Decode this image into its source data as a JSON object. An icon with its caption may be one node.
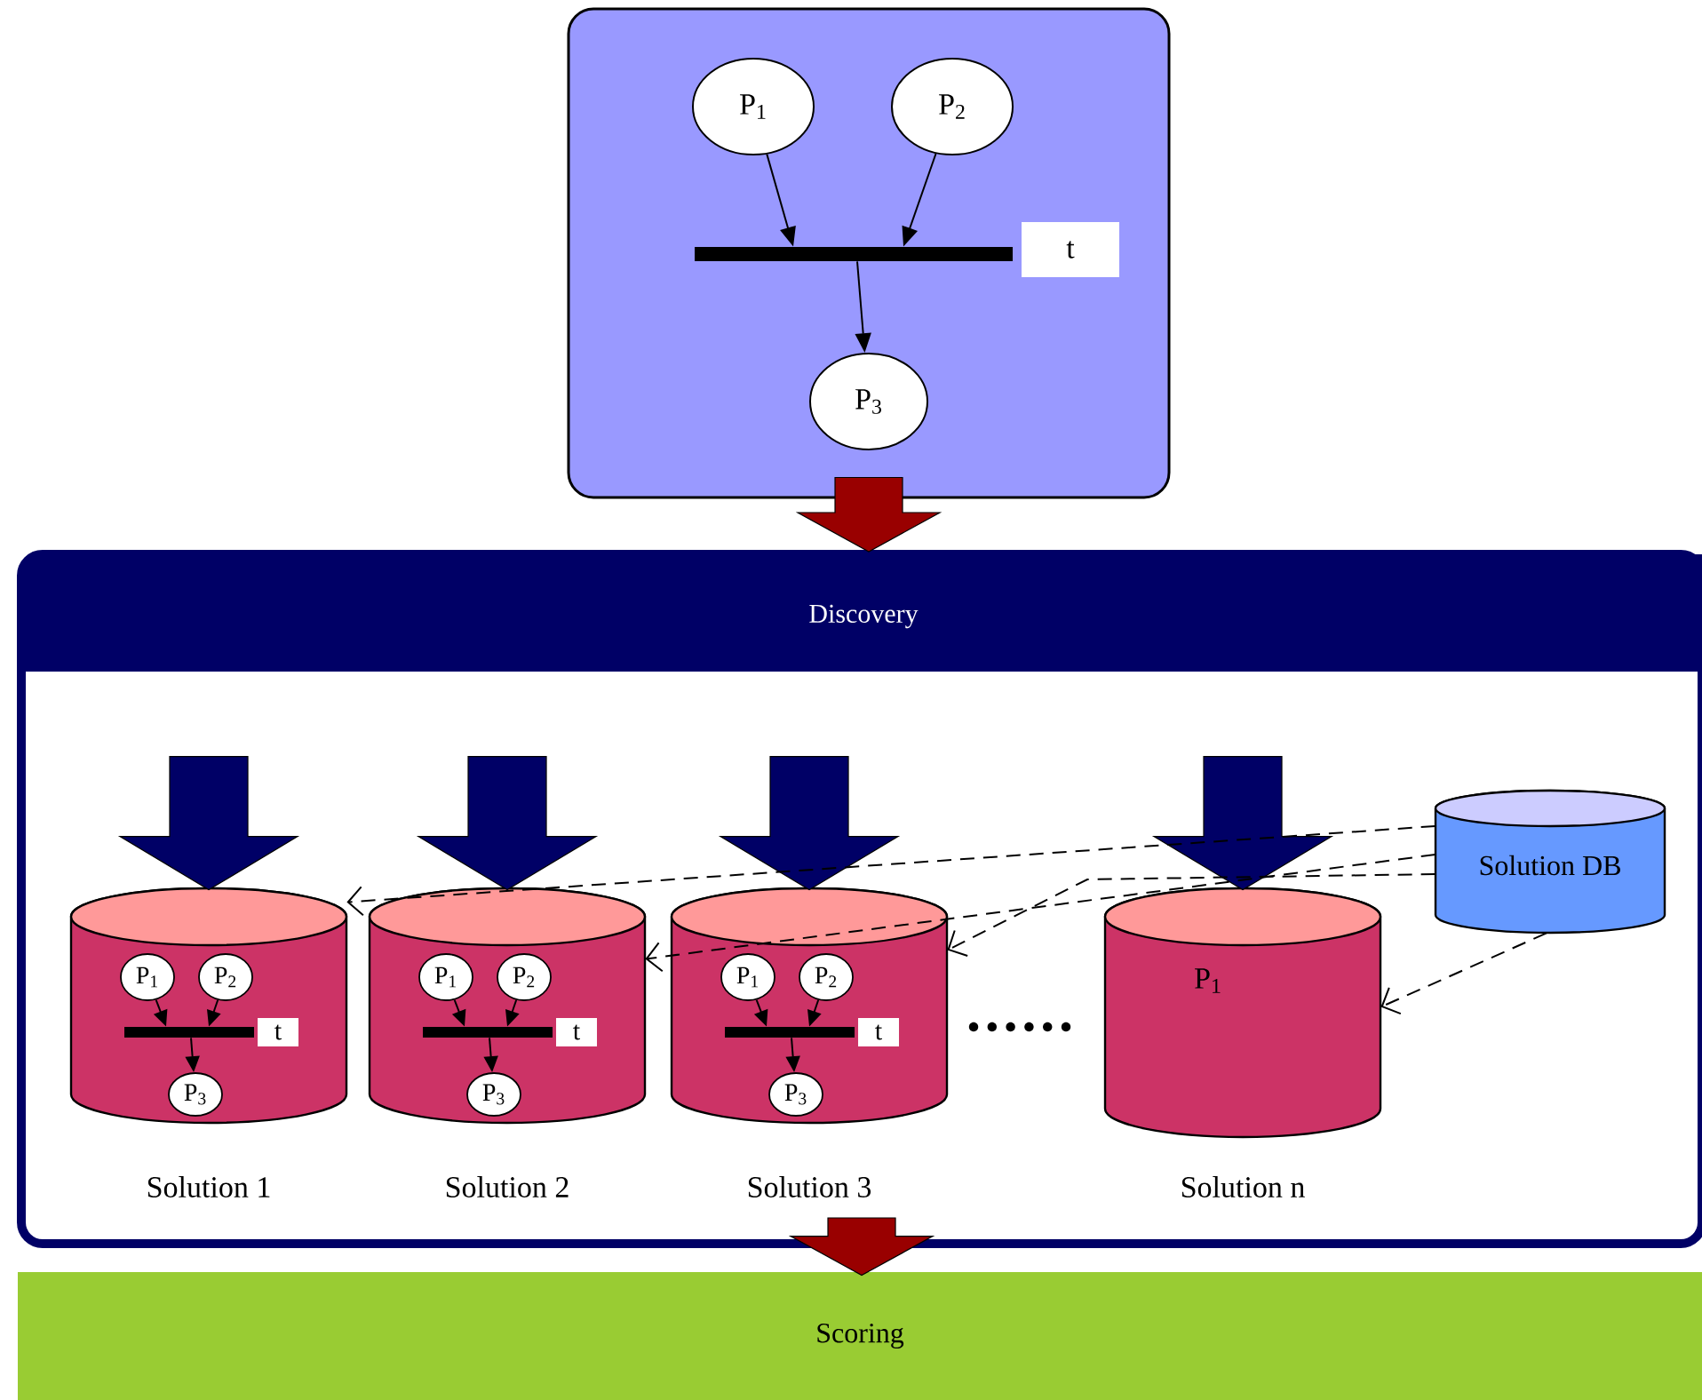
{
  "diagram": {
    "nodes": [
      {
        "text": [],
        "shape": "box"
      },
      {
        "text": [
          "P$_{1}$"
        ],
        "in": 0
      },
      {
        "text": [
          "P$_{2}$"
        ],
        "in": 0
      },
      {
        "text": [],
        "shape": "bar",
        "beside": [
          "t"
        ],
        "in": 0
      },
      {
        "text": [
          "P$_{3}$"
        ],
        "in": 0
      },
      {
        "text": [
          "Discovery"
        ]
      },
      {
        "text": [],
        "shape": "cylinder",
        "beside": [
          "Solution 1"
        ],
        "in": 5
      },
      {
        "text": [
          "P$_{1}$"
        ],
        "in": 6
      },
      {
        "text": [
          "P$_{2}$"
        ],
        "in": 6
      },
      {
        "text": [],
        "shape": "bar",
        "beside": [
          "t"
        ],
        "in": 6
      },
      {
        "text": [
          "P$_{3}$"
        ],
        "in": 6
      },
      {
        "text": [],
        "shape": "cylinder",
        "beside": [
          "Solution 2"
        ],
        "in": 5
      },
      {
        "text": [
          "P$_{1}$"
        ],
        "in": 11
      },
      {
        "text": [
          "P$_{2}$"
        ],
        "in": 11
      },
      {
        "text": [],
        "shape": "bar",
        "beside": [
          "t"
        ],
        "in": 11
      },
      {
        "text": [
          "P$_{3}$"
        ],
        "in": 11
      },
      {
        "text": [],
        "shape": "cylinder",
        "beside": [
          "Solution 3"
        ],
        "in": 5
      },
      {
        "text": [
          "P$_{1}$"
        ],
        "in": 16
      },
      {
        "text": [
          "P$_{2}$"
        ],
        "in": 16
      },
      {
        "text": [],
        "shape": "bar",
        "beside": [
          "t"
        ],
        "in": 16
      },
      {
        "text": [
          "P$_{3}$"
        ],
        "in": 16
      },
      {
        "text": [
          "P$_{1}$"
        ],
        "beside": [
          "Solution n"
        ],
        "in": 5
      },
      {
        "text": [
          "Solution DB"
        ],
        "in": 5
      },
      {
        "text": [
          "Scoring"
        ]
      }
    ],
    "edges": [
      {
        "from": 0,
        "to": 5,
        "arrow": "to",
        "style": "thick",
        "color": "#990000"
      },
      {
        "from": 1,
        "to": 3,
        "arrow": "to"
      },
      {
        "from": 2,
        "to": 3,
        "arrow": "to"
      },
      {
        "from": 3,
        "to": 4,
        "arrow": "to"
      },
      {
        "from": null,
        "to": 6,
        "arrow": "to",
        "style": "thick",
        "color": "#000066"
      },
      {
        "from": null,
        "to": 11,
        "arrow": "to",
        "style": "thick",
        "color": "#000066"
      },
      {
        "from": null,
        "to": 16,
        "arrow": "to",
        "style": "thick",
        "color": "#000066"
      },
      {
        "from": null,
        "to": 21,
        "arrow": "to",
        "style": "thick",
        "color": "#000066"
      },
      {
        "from": 7,
        "to": 9,
        "arrow": "to"
      },
      {
        "from": 8,
        "to": 9,
        "arrow": "to"
      },
      {
        "from": 9,
        "to": 10,
        "arrow": "to"
      },
      {
        "from": 12,
        "to": 14,
        "arrow": "to"
      },
      {
        "from": 13,
        "to": 14,
        "arrow": "to"
      },
      {
        "from": 14,
        "to": 15,
        "arrow": "to"
      },
      {
        "from": 17,
        "to": 19,
        "arrow": "to"
      },
      {
        "from": 18,
        "to": 19,
        "arrow": "to"
      },
      {
        "from": 19,
        "to": 20,
        "arrow": "to"
      },
      {
        "from": 22,
        "to": 6,
        "arrow": "to",
        "style": "dashed"
      },
      {
        "from": 22,
        "to": 11,
        "arrow": "to",
        "style": "dashed"
      },
      {
        "from": 22,
        "to": 16,
        "arrow": "to",
        "style": "dashed"
      },
      {
        "from": 22,
        "to": 21,
        "arrow": "to",
        "style": "dashed"
      },
      {
        "from": 5,
        "to": 23,
        "arrow": "to",
        "style": "thick",
        "color": "#990000"
      }
    ]
  }
}
